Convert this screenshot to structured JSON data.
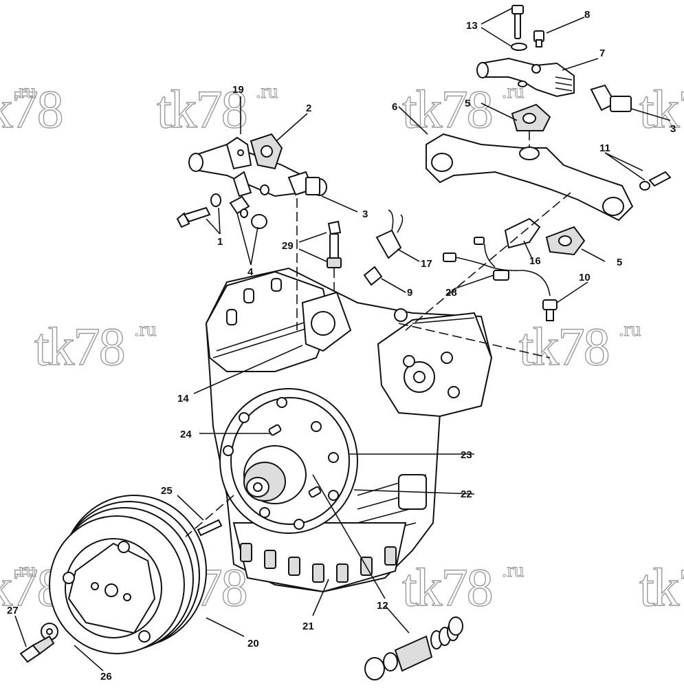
{
  "watermark": {
    "main": "tk78",
    "sup": ".ru"
  },
  "callouts": [
    "1",
    "2",
    "3",
    "4",
    "5",
    "6",
    "7",
    "8",
    "9",
    "10",
    "11",
    "12",
    "13",
    "14",
    "16",
    "17",
    "19",
    "20",
    "21",
    "22",
    "23",
    "24",
    "25",
    "26",
    "27",
    "28",
    "29"
  ]
}
